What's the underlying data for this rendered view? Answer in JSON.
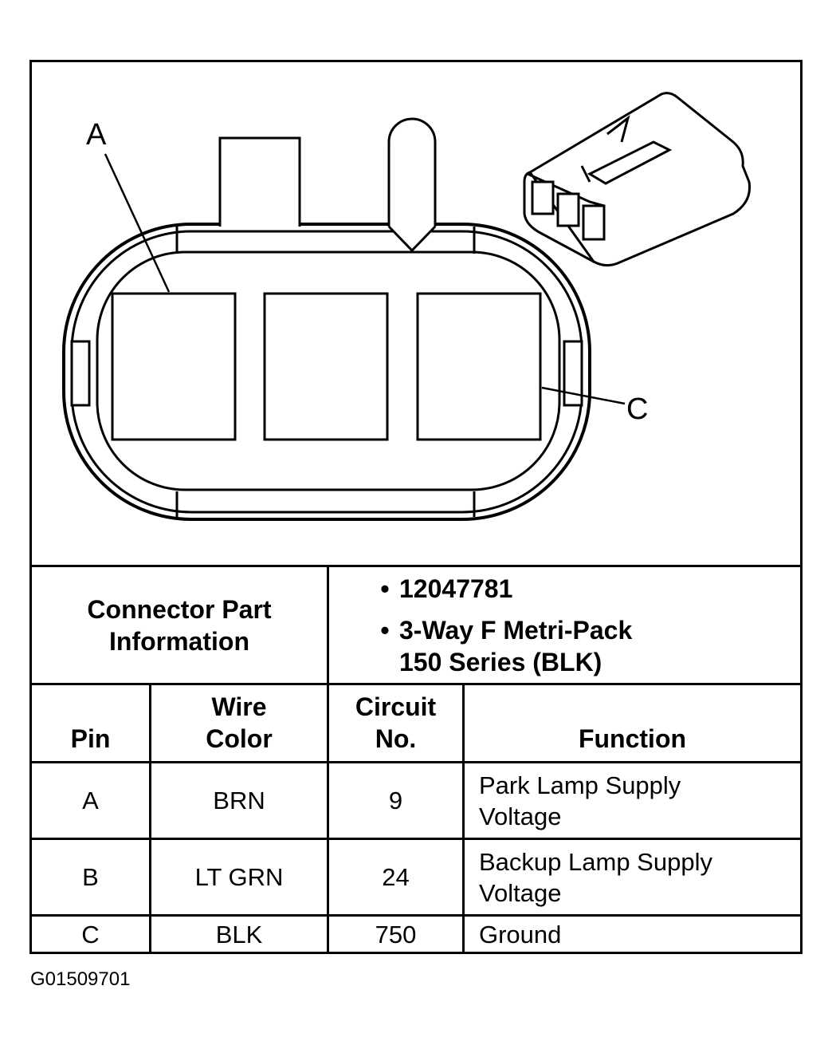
{
  "diagram": {
    "label_a": "A",
    "label_c": "C"
  },
  "part_info": {
    "label_line1": "Connector Part",
    "label_line2": "Information",
    "bullet": "•",
    "items": [
      {
        "lines": [
          "12047781"
        ]
      },
      {
        "lines": [
          "3-Way F Metri-Pack",
          "150 Series (BLK)"
        ]
      }
    ]
  },
  "pinout": {
    "headers": {
      "pin": "Pin",
      "wire_color_line1": "Wire",
      "wire_color_line2": "Color",
      "circuit_line1": "Circuit",
      "circuit_line2": "No.",
      "function": "Function"
    },
    "rows": [
      {
        "pin": "A",
        "wire_color": "BRN",
        "circuit": "9",
        "function_line1": "Park Lamp Supply",
        "function_line2": "Voltage"
      },
      {
        "pin": "B",
        "wire_color": "LT GRN",
        "circuit": "24",
        "function_line1": "Backup Lamp Supply",
        "function_line2": "Voltage"
      },
      {
        "pin": "C",
        "wire_color": "BLK",
        "circuit": "750",
        "function_line1": "Ground",
        "function_line2": ""
      }
    ]
  },
  "figure_id": "G01509701"
}
